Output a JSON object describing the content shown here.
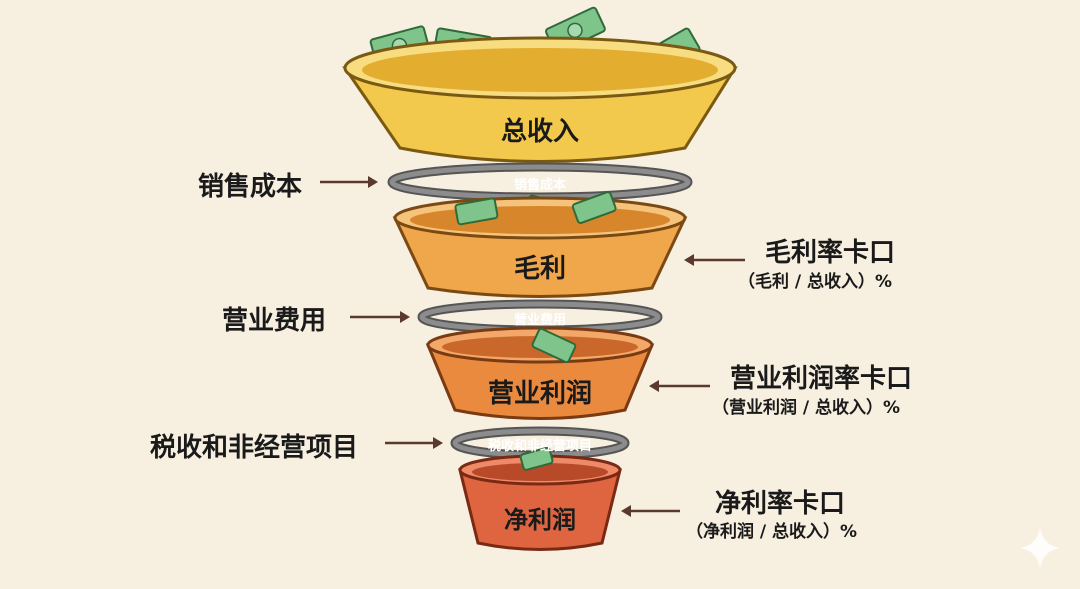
{
  "funnel": {
    "stages": [
      {
        "label": "总收入",
        "color": "#f2c94c",
        "rim": "#f7dc80"
      },
      {
        "label": "毛利",
        "color": "#f0a64a",
        "rim": "#f6c37c"
      },
      {
        "label": "营业利润",
        "color": "#ea8a3e",
        "rim": "#f3a869"
      },
      {
        "label": "净利润",
        "color": "#de6540",
        "rim": "#ee8a68"
      }
    ],
    "rings": [
      {
        "inner_label": "销售成本",
        "side_label": "销售成本"
      },
      {
        "inner_label": "营业费用",
        "side_label": "营业费用"
      },
      {
        "inner_label": "税收和非经营项目",
        "side_label": "税收和非经营项目"
      }
    ],
    "checkpoints": [
      {
        "title": "毛利率卡口",
        "formula": "（毛利 / 总收入）%"
      },
      {
        "title": "营业利润率卡口",
        "formula": "（营业利润 / 总收入）%"
      },
      {
        "title": "净利率卡口",
        "formula": "（净利润 / 总收入）%"
      }
    ]
  },
  "colors": {
    "background": "#f7efe0",
    "ring": "#6e6e6e",
    "arrow": "#5a3a2e",
    "money": "#7fc48a"
  }
}
